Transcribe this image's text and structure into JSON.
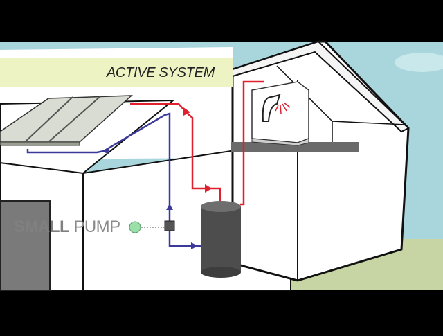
{
  "title": "ACTIVE SYSTEM",
  "pump_label": {
    "word1": "SMALL",
    "word2": "PUMP"
  },
  "colors": {
    "sky": "#a9d6dc",
    "ground": "#c7d4a3",
    "banner": "#eef3c4",
    "hot_pipe": "#e0202e",
    "cold_pipe": "#3b3a9a",
    "pump_indicator": "#9be0a8",
    "tank": "#4d4d4d",
    "panel": "#d9dcd2"
  },
  "icons": [
    "solar-panel-icon",
    "shower-head-icon",
    "water-tank-icon",
    "pump-icon",
    "flow-arrow-icon"
  ]
}
